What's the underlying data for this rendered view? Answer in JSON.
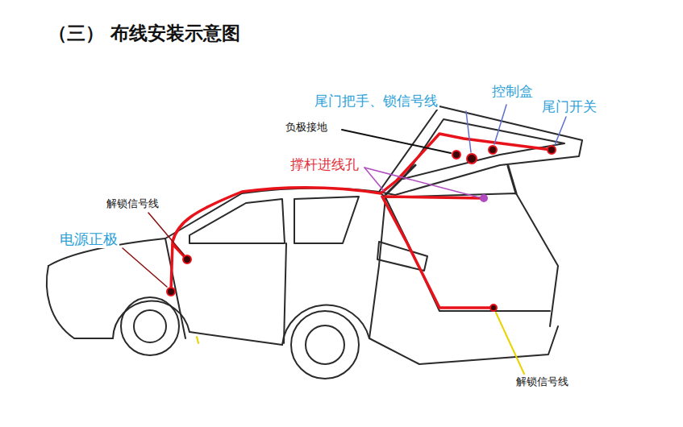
{
  "diagram": {
    "title": "（三） 布线安装示意图",
    "labels": [
      "尾门把手、锁信号线",
      "控制盒",
      "尾门开关",
      "负极接地",
      "撑杆进线孔",
      "解锁信号线",
      "电源正极",
      "解锁信号线"
    ]
  }
}
